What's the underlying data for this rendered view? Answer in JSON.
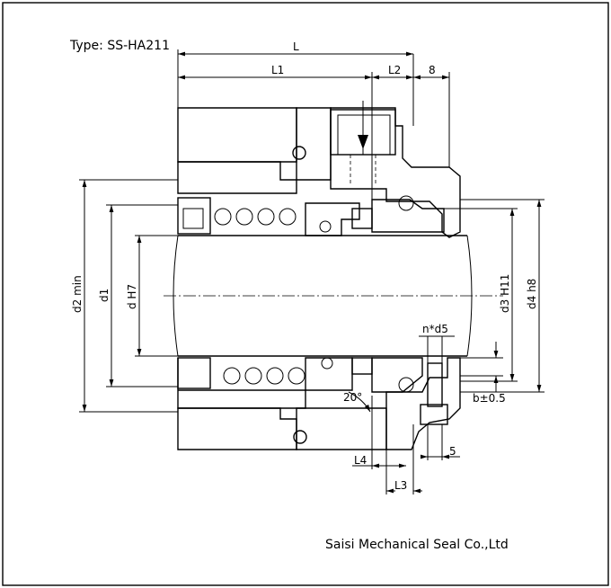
{
  "type_label": "Type: SS-HA211",
  "company": "Saisi Mechanical Seal Co.,Ltd",
  "dimensions": {
    "L": "L",
    "L1": "L1",
    "L2": "L2",
    "eight": "8",
    "d2": "d2   min",
    "d1": "d1",
    "dH7": "d H7",
    "d3": "d3 H11",
    "d4": "d4 h8",
    "nd5": "n*d5",
    "b": "b±0.5",
    "angle": "20°",
    "L4": "L4",
    "five": "5",
    "L3": "L3"
  }
}
